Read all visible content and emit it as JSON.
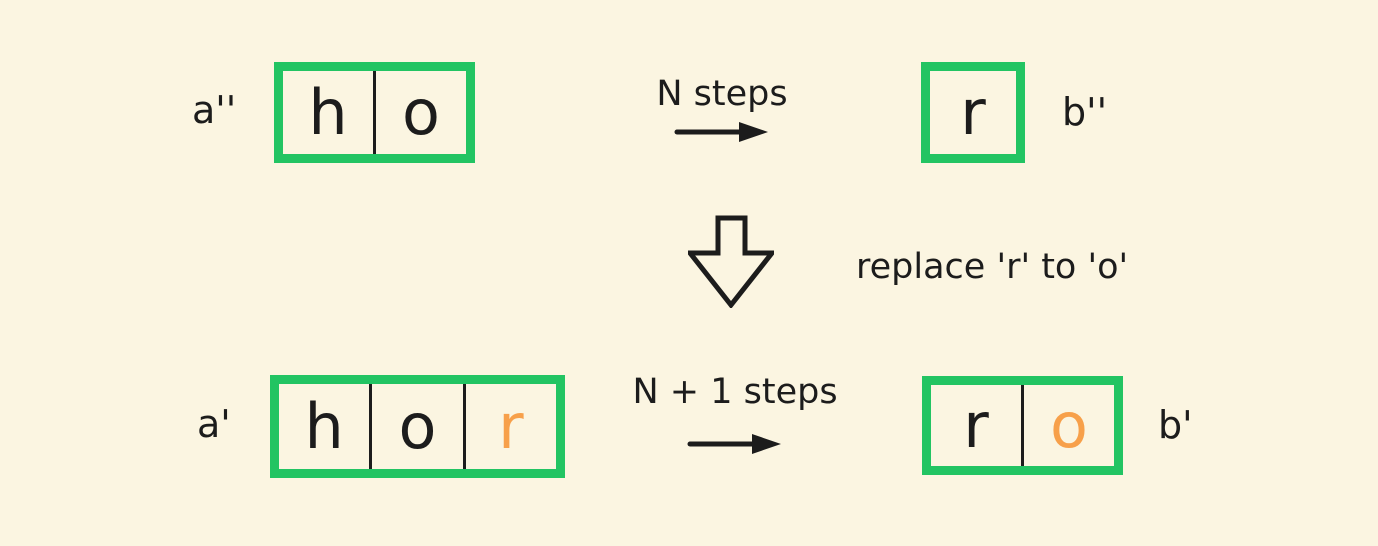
{
  "colors": {
    "background": "#FBF5E1",
    "box_border_green": "#22C462",
    "accent_orange": "#F7A04A",
    "ink": "#1C1C1C"
  },
  "icons": {
    "step_arrow": "right-arrow",
    "transform_arrow": "hollow-down-arrow"
  },
  "top_row": {
    "input_label": "a''",
    "input_cells": [
      {
        "char": "h",
        "accent": false
      },
      {
        "char": "o",
        "accent": false
      }
    ],
    "step_label": "N steps",
    "output_cells": [
      {
        "char": "r",
        "accent": false
      }
    ],
    "output_label": "b''"
  },
  "middle": {
    "transform_label": "replace 'r' to 'o'"
  },
  "bottom_row": {
    "input_label": "a'",
    "input_cells": [
      {
        "char": "h",
        "accent": false
      },
      {
        "char": "o",
        "accent": false
      },
      {
        "char": "r",
        "accent": true
      }
    ],
    "step_label": "N + 1 steps",
    "output_cells": [
      {
        "char": "r",
        "accent": false
      },
      {
        "char": "o",
        "accent": true
      }
    ],
    "output_label": "b'"
  }
}
